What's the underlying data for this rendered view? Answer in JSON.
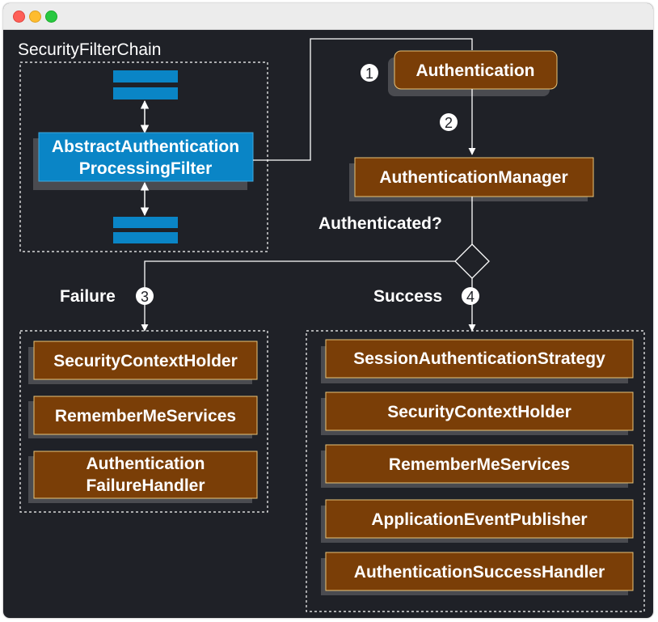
{
  "colors": {
    "background": "#1f2127",
    "filter_blue": "#0a85c6",
    "box_brown": "#7a3e07",
    "box_border": "#e8c47a",
    "shadow": "#4a4b50",
    "line": "#ffffff",
    "text": "#ffffff"
  },
  "chain": {
    "label": "SecurityFilterChain",
    "filter_line1": "AbstractAuthentication",
    "filter_line2": "ProcessingFilter"
  },
  "steps": {
    "step1": "1",
    "step2": "2",
    "step3": "3",
    "step4": "4"
  },
  "authentication": "Authentication",
  "manager": "AuthenticationManager",
  "decision_label": "Authenticated?",
  "failure": {
    "label": "Failure",
    "items": [
      "SecurityContextHolder",
      "RememberMeServices"
    ],
    "handler_line1": "Authentication",
    "handler_line2": "FailureHandler"
  },
  "success": {
    "label": "Success",
    "items": [
      "SessionAuthenticationStrategy",
      "SecurityContextHolder",
      "RememberMeServices",
      "ApplicationEventPublisher",
      "AuthenticationSuccessHandler"
    ]
  }
}
